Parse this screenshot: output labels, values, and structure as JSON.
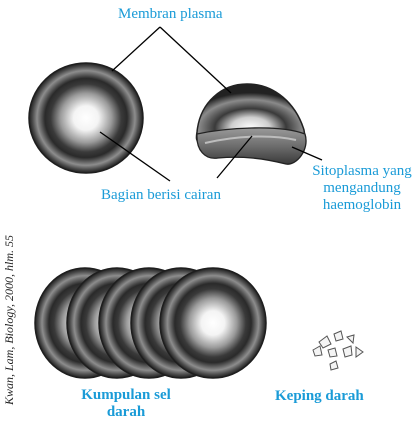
{
  "labels": {
    "membrane": "Membran plasma",
    "fluid_part": "Bagian berisi cairan",
    "cytoplasm_line1": "Sitoplasma yang",
    "cytoplasm_line2": "mengandung",
    "cytoplasm_line3": "haemoglobin",
    "cell_group_line1": "Kumpulan sel",
    "cell_group_line2": "darah",
    "platelets": "Keping darah"
  },
  "credit": "Kwan, Lam, Biology, 2000, hlm. 55",
  "colors": {
    "label_text": "#1a9bd7",
    "cell_rim": "#3d3d3d",
    "cell_center": "#ffffff",
    "leader_line": "#000000"
  },
  "stacked_cell_count": 5,
  "platelet_count": 8
}
